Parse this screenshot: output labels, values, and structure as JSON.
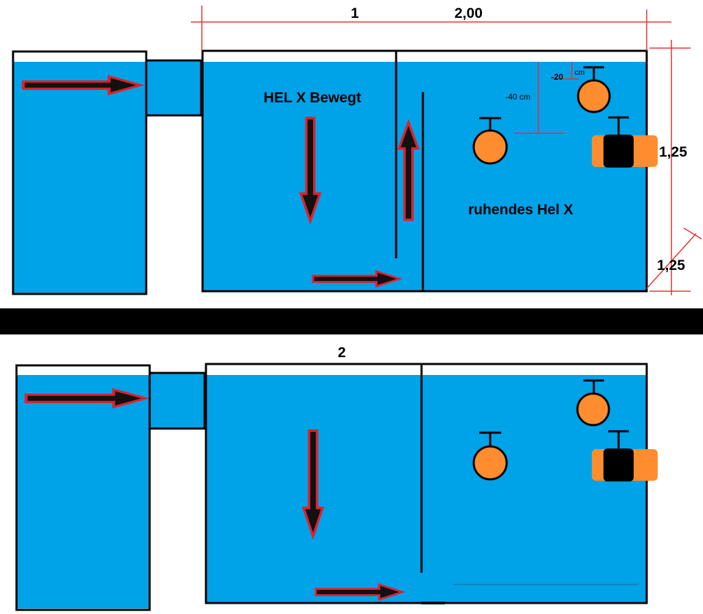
{
  "diagram": {
    "top_panel": {
      "number": "1",
      "width_dimension": "2,00",
      "height_dimension": "1,25",
      "depth_dimension": "1,25",
      "moving_media_label": "HEL X Bewegt",
      "resting_media_label": "ruhendes Hel X",
      "dim_40": "-40 cm",
      "dim_20": "-20",
      "dim_20_unit": "cm"
    },
    "bottom_panel": {
      "number": "2"
    }
  },
  "colors": {
    "water": "#00a2e8",
    "float": "#ff8c2e",
    "arrow_fill": "#111111",
    "arrow_outline": "#e0202a",
    "dimension_line": "#e53030",
    "outline": "#000000",
    "separator": "#000000"
  }
}
